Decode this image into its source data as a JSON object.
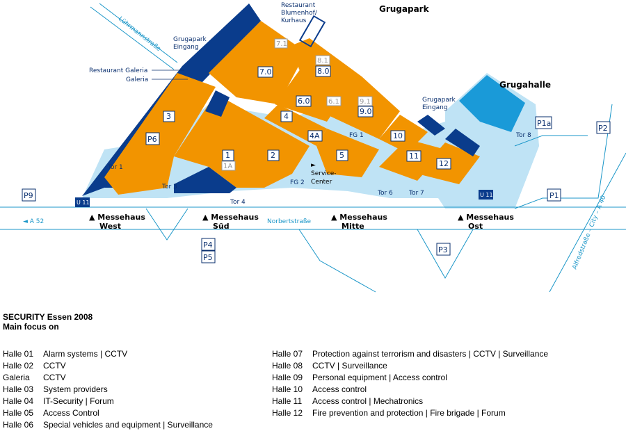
{
  "map": {
    "titles": {
      "grugapark": "Grugapark",
      "grugahalle": "Grugahalle"
    },
    "labels": {
      "restaurant_blumenhof": [
        "Restaurant",
        "Blumenhof/",
        "Kurhaus"
      ],
      "grugapark_eingang_1": [
        "Grugapark",
        "Eingang"
      ],
      "grugapark_eingang_2": [
        "Grugapark",
        "Eingang"
      ],
      "restaurant_galeria": "Restaurant Galeria",
      "galeria": "Galeria",
      "luehrmannstrasse": "Lührmannstraße",
      "norbertstrasse": "Norbertstraße",
      "alfredstrasse": "Alfredstraße – City – A 40",
      "a52": "◄ A 52",
      "service_center": [
        "►",
        "Service-",
        "Center"
      ],
      "fg1": "FG 1",
      "fg2": "FG 2"
    },
    "halls": {
      "h1": "1",
      "h1a": "1A",
      "h2": "2",
      "h3": "3",
      "h4": "4",
      "h4a": "4A",
      "h5": "5",
      "h6_0": "6.0",
      "h6_1": "6.1",
      "h7_0": "7.0",
      "h7_1": "7.1",
      "h8_0": "8.0",
      "h8_1": "8.1",
      "h9_0": "9.0",
      "h9_1": "9.1",
      "h10": "10",
      "h11": "11",
      "h12": "12"
    },
    "gates": {
      "tor1": "Tor 1",
      "tor3": "Tor 3",
      "tor4": "Tor 4",
      "tor6": "Tor 6",
      "tor7": "Tor 7",
      "tor8": "Tor 8"
    },
    "parking": {
      "p1": "P1",
      "p1a": "P1a",
      "p2": "P2",
      "p3": "P3",
      "p4": "P4",
      "p5": "P5",
      "p6": "P6",
      "p9": "P9"
    },
    "ubahn": {
      "u11_west": "U 11",
      "u11_ost": "U 11"
    },
    "messehaus": {
      "west": [
        "▲ Messehaus",
        "West"
      ],
      "sued": [
        "▲ Messehaus",
        "Süd"
      ],
      "mitte": [
        "▲ Messehaus",
        "Mitte"
      ],
      "ost": [
        "▲ Messehaus",
        "Ost"
      ]
    },
    "colors": {
      "hall_orange": "#f29400",
      "dark_blue": "#0a3c8c",
      "light_blue": "#bfe3f5",
      "cyan": "#1a96c8",
      "grugahalle_blue": "#1a9ad8"
    }
  },
  "legend": {
    "title": "SECURITY Essen 2008",
    "subtitle": "Main focus on",
    "left": [
      {
        "hall": "Halle 01",
        "focus": "Alarm systems | CCTV"
      },
      {
        "hall": "Halle 02",
        "focus": "CCTV"
      },
      {
        "hall": "Galeria",
        "focus": "CCTV"
      },
      {
        "hall": "Halle 03",
        "focus": "System providers"
      },
      {
        "hall": "Halle 04",
        "focus": "IT-Security | Forum"
      },
      {
        "hall": "Halle 05",
        "focus": "Access Control"
      },
      {
        "hall": "Halle 06",
        "focus": "Special vehicles and equipment | Surveillance"
      }
    ],
    "right": [
      {
        "hall": "Halle 07",
        "focus": "Protection against terrorism and disasters | CCTV | Surveillance"
      },
      {
        "hall": "Halle 08",
        "focus": "CCTV | Surveillance"
      },
      {
        "hall": "Halle 09",
        "focus": "Personal equipment | Access control"
      },
      {
        "hall": "Halle 10",
        "focus": "Access control"
      },
      {
        "hall": "Halle 11",
        "focus": "Access control | Mechatronics"
      },
      {
        "hall": "Halle 12",
        "focus": "Fire prevention and protection | Fire brigade | Forum"
      }
    ]
  }
}
